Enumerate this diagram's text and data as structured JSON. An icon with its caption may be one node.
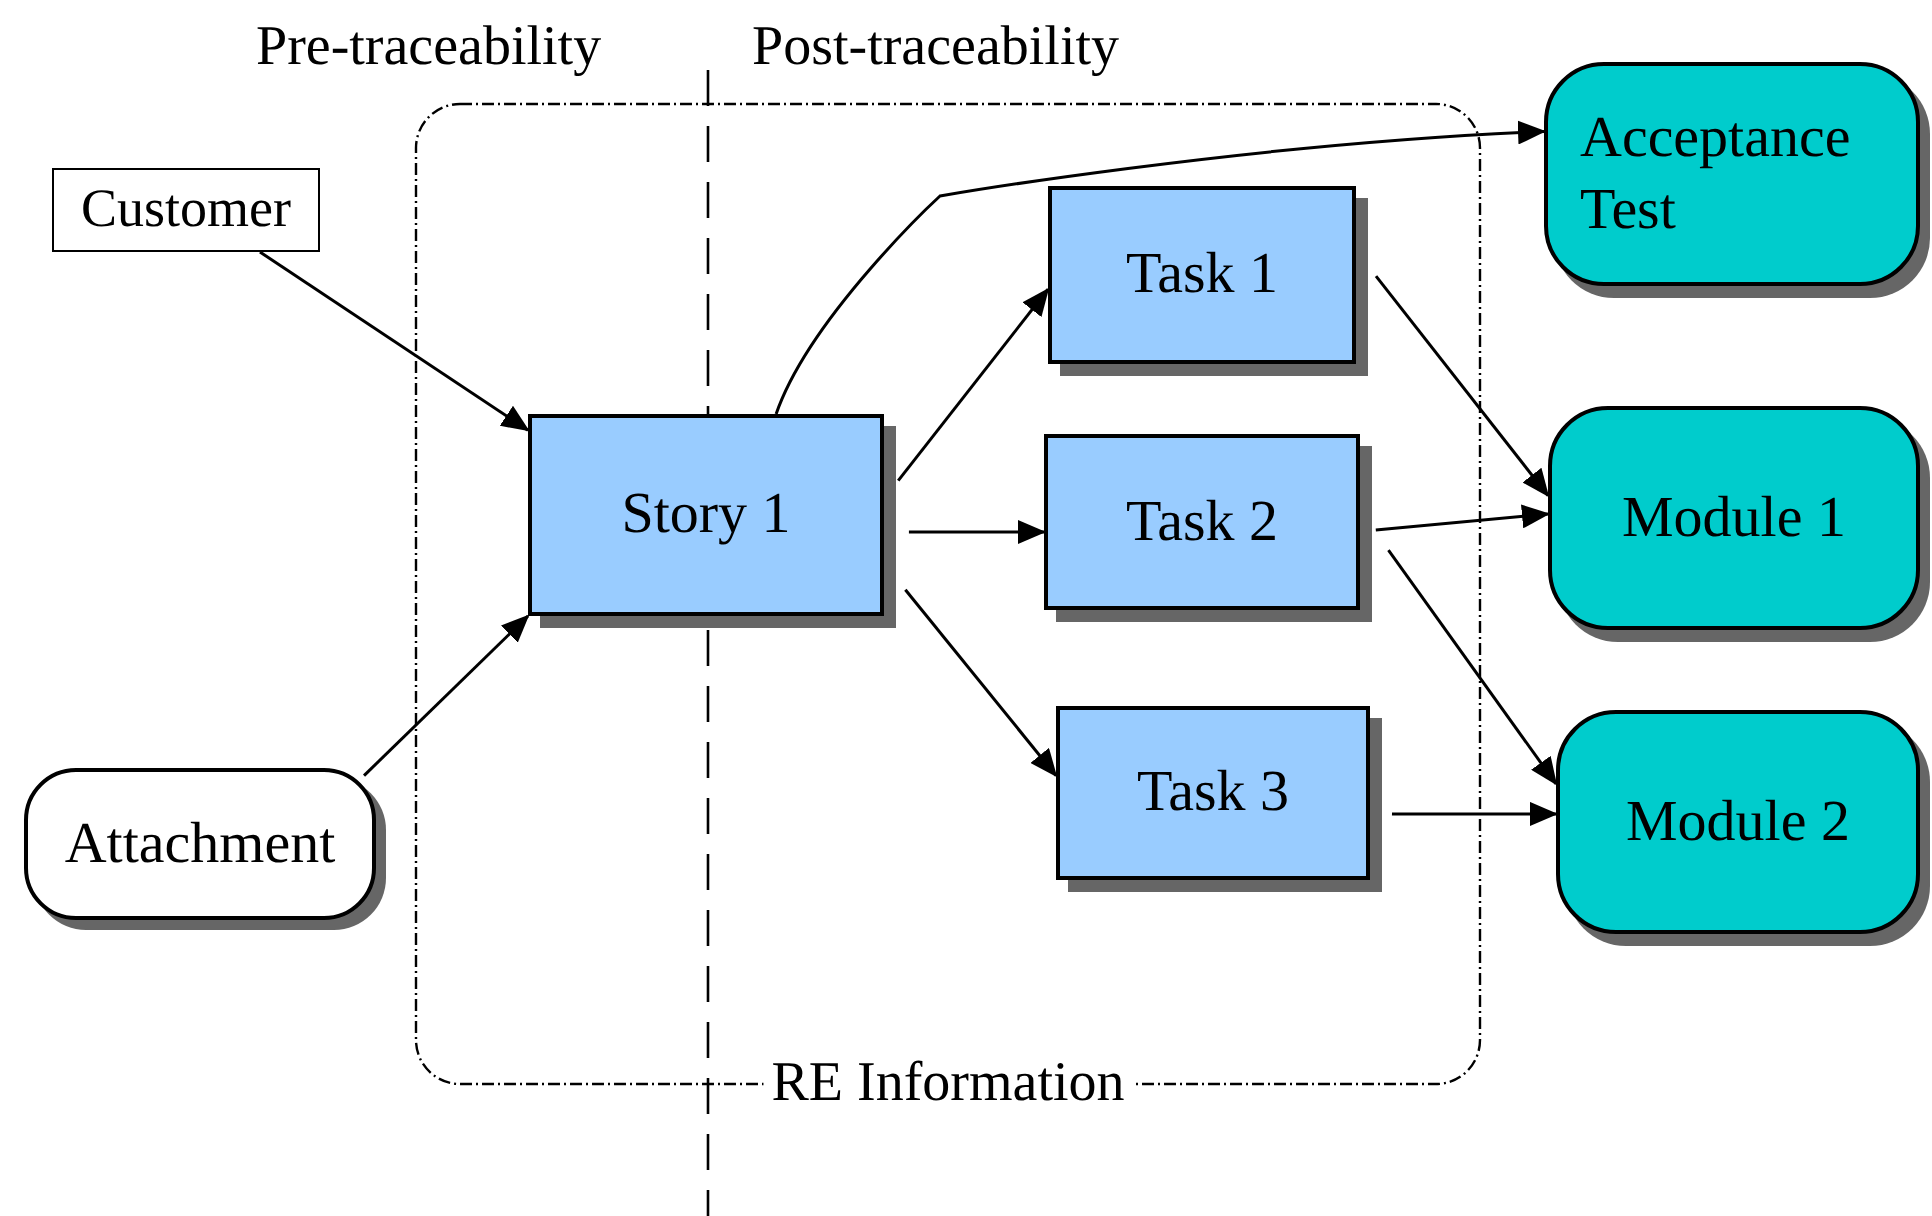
{
  "diagram": {
    "nodes": [
      {
        "text": [
          "RE Information"
        ]
      },
      {
        "text": [
          "Customer"
        ]
      },
      {
        "text": [
          "Attachment"
        ]
      },
      {
        "text": [
          "Story 1"
        ],
        "in": 0
      },
      {
        "text": [
          "Task 1"
        ],
        "in": 0
      },
      {
        "text": [
          "Task 2"
        ],
        "in": 0
      },
      {
        "text": [
          "Task 3"
        ],
        "in": 0
      },
      {
        "text": [
          "Acceptance Test"
        ]
      },
      {
        "text": [
          "Module 1"
        ]
      },
      {
        "text": [
          "Module 2"
        ]
      }
    ],
    "edges": [
      {
        "from": 1,
        "to": 3,
        "arrow": "to"
      },
      {
        "from": 2,
        "to": 3,
        "arrow": "to"
      },
      {
        "from": 3,
        "to": 7,
        "arrow": "to"
      },
      {
        "from": 3,
        "to": 4,
        "arrow": "to"
      },
      {
        "from": 3,
        "to": 5,
        "arrow": "to"
      },
      {
        "from": 3,
        "to": 6,
        "arrow": "to"
      },
      {
        "from": 4,
        "to": 8,
        "arrow": "to"
      },
      {
        "from": 5,
        "to": 8,
        "arrow": "to"
      },
      {
        "from": 5,
        "to": 9,
        "arrow": "to"
      },
      {
        "from": 6,
        "to": 9,
        "arrow": "to"
      }
    ],
    "labels": [
      "Pre-traceability",
      "Post-traceability"
    ]
  }
}
